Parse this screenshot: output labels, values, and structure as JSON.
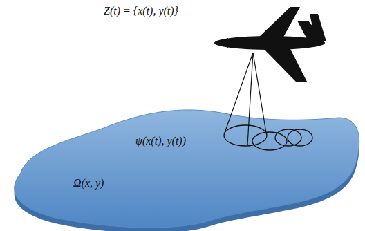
{
  "diagram": {
    "labels": [
      "Z(t) = {x(t), y(t)}",
      "ψ(x(t), y(t))",
      "Ω(x, y)"
    ]
  }
}
